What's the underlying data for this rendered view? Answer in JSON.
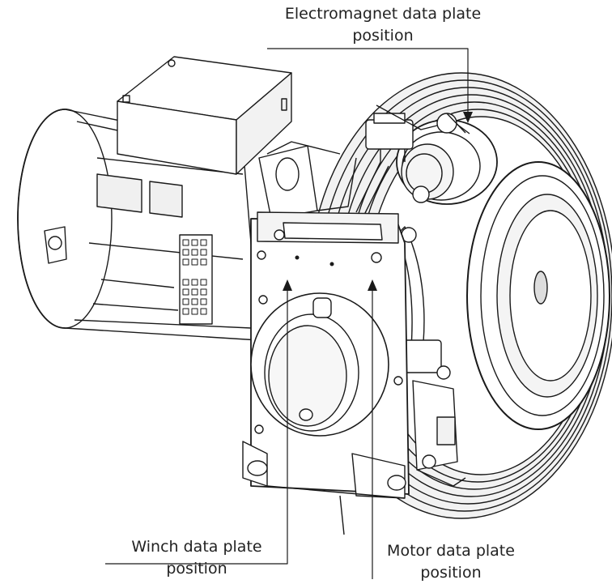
{
  "callouts": {
    "electromagnet": {
      "line1": "Electromagnet data plate",
      "line2": "position"
    },
    "winch": {
      "line1": "Winch data plate",
      "line2": "position"
    },
    "motor": {
      "line1": "Motor data plate",
      "line2": "position"
    }
  },
  "colors": {
    "line": "#1a1a1a",
    "shade": "#d9d9d9",
    "dark": "#8a8a8a",
    "paper": "#ffffff"
  }
}
